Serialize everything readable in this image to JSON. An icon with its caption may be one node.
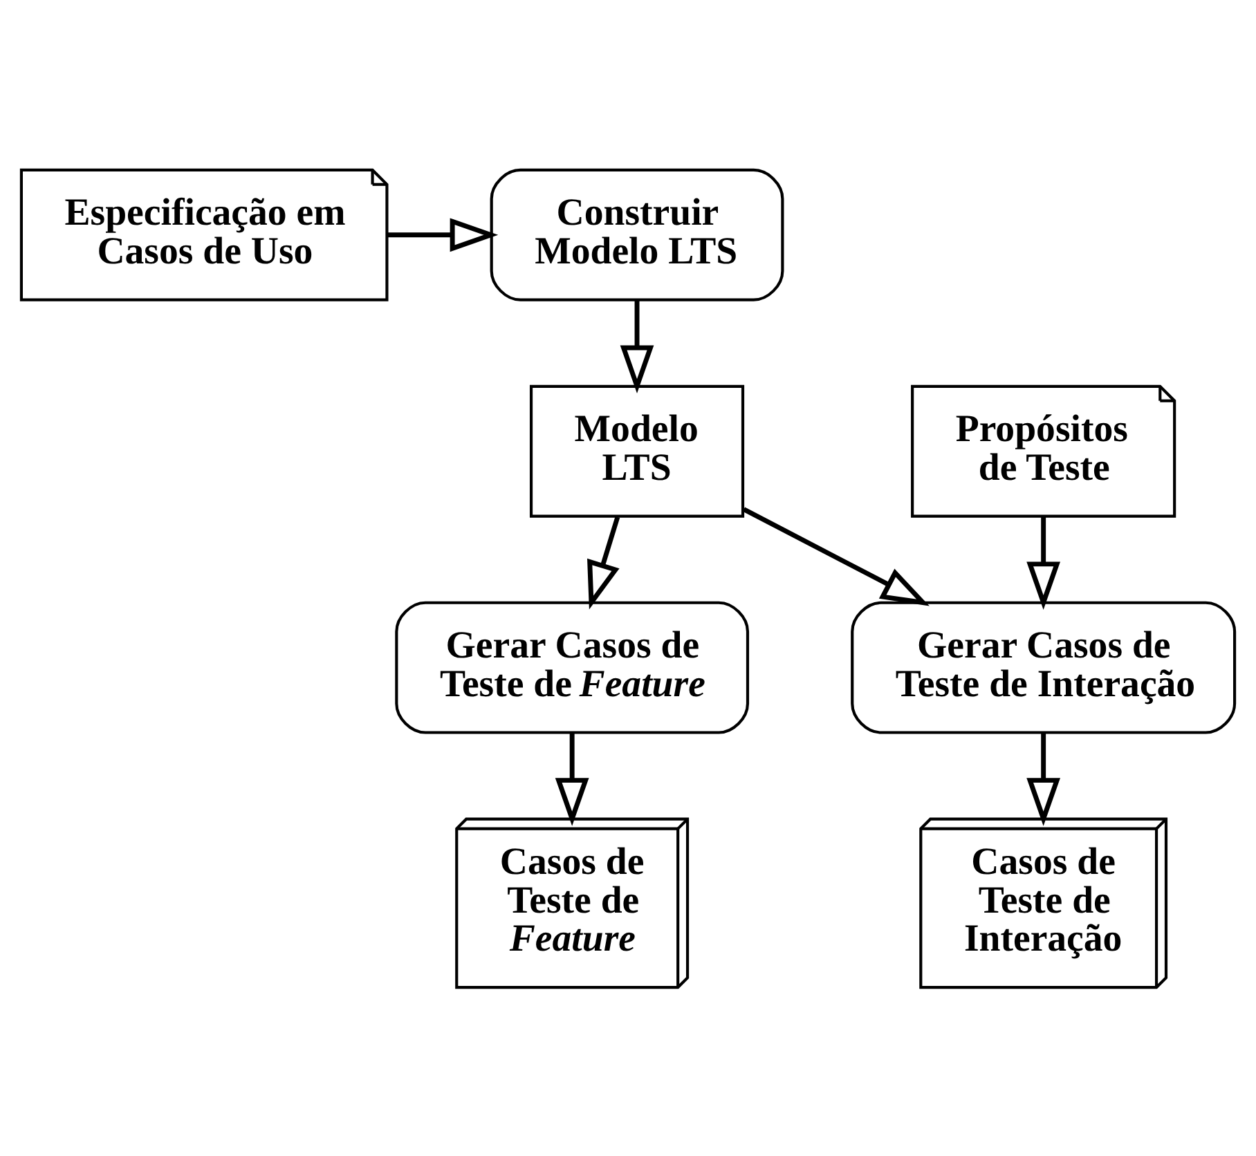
{
  "diagram": {
    "nodes": [
      {
        "text": [
          "Especificação em Casos de Uso"
        ]
      },
      {
        "text": [
          "Construir Modelo LTS"
        ]
      },
      {
        "text": [
          "Modelo LTS"
        ]
      },
      {
        "text": [
          "Propósitos de Teste"
        ]
      },
      {
        "text": [
          "Gerar Casos de Teste de *Feature*"
        ]
      },
      {
        "text": [
          "Gerar Casos de Teste de Interação"
        ]
      },
      {
        "text": [
          "Casos de Teste de *Feature*"
        ]
      },
      {
        "text": [
          "Casos de Teste de Interação"
        ]
      }
    ],
    "edges": [
      {
        "from": 0,
        "to": 1,
        "arrow": "to"
      },
      {
        "from": 1,
        "to": 2,
        "arrow": "to"
      },
      {
        "from": 2,
        "to": 4,
        "arrow": "to"
      },
      {
        "from": 2,
        "to": 5,
        "arrow": "to"
      },
      {
        "from": 3,
        "to": 5,
        "arrow": "to"
      },
      {
        "from": 4,
        "to": 6,
        "arrow": "to"
      },
      {
        "from": 5,
        "to": 7,
        "arrow": "to"
      }
    ]
  }
}
